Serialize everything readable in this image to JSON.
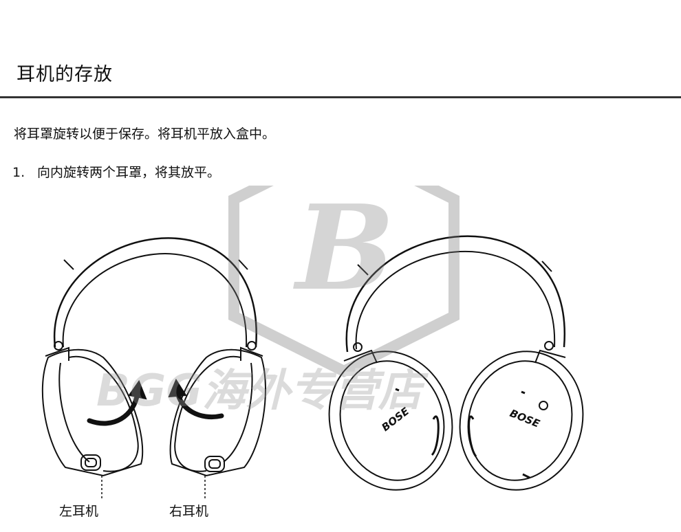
{
  "section": {
    "title": "耳机的存放"
  },
  "body": {
    "intro": "将耳罩旋转以便于保存。将耳机平放入盒中。",
    "steps": [
      {
        "number": "1.",
        "text": "向内旋转两个耳罩，将其放平。"
      }
    ]
  },
  "illustration": {
    "left_earcup_label": "左耳机",
    "right_earcup_label": "右耳机",
    "brand_mark": "BOSE",
    "watermark_text": "BGG海外专营店",
    "watermark_logo": "B"
  },
  "icons": {
    "rotate_arrow": "curved-arrow-icon"
  }
}
